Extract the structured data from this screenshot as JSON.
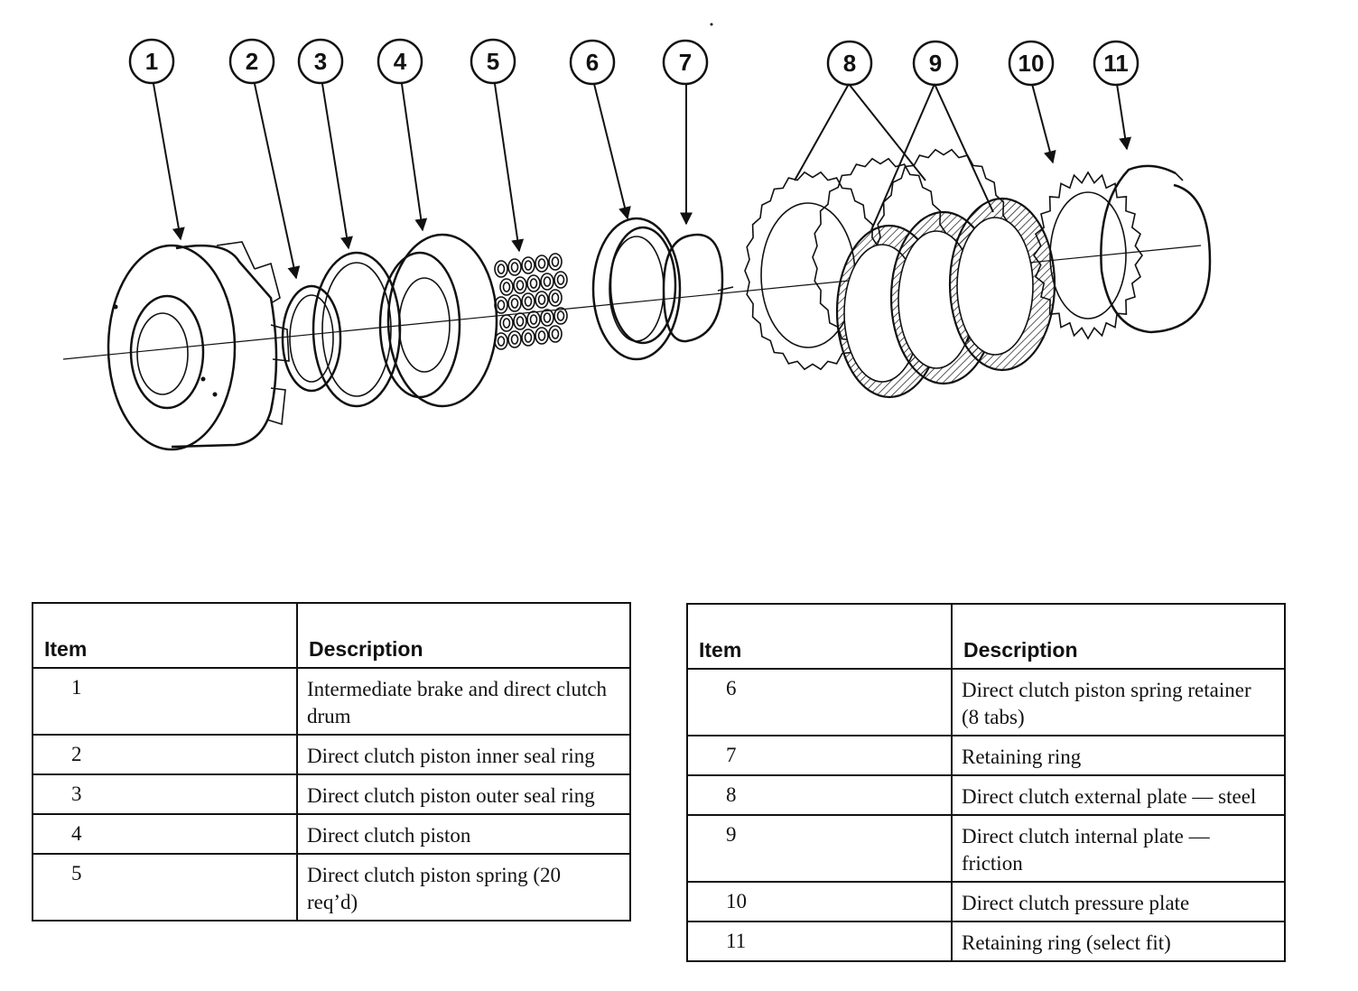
{
  "callouts": [
    "1",
    "2",
    "3",
    "4",
    "5",
    "6",
    "7",
    "8",
    "9",
    "10",
    "11"
  ],
  "legend_left": {
    "header_item": "Item",
    "header_description": "Description",
    "rows": [
      {
        "item": "1",
        "description": "Intermediate brake and direct clutch drum"
      },
      {
        "item": "2",
        "description": "Direct clutch piston inner seal ring"
      },
      {
        "item": "3",
        "description": "Direct clutch piston outer seal ring"
      },
      {
        "item": "4",
        "description": "Direct clutch piston"
      },
      {
        "item": "5",
        "description": "Direct clutch piston spring (20 req’d)"
      }
    ]
  },
  "legend_right": {
    "header_item": "Item",
    "header_description": "Description",
    "rows": [
      {
        "item": "6",
        "description": "Direct clutch piston spring retainer (8 tabs)"
      },
      {
        "item": "7",
        "description": "Retaining ring"
      },
      {
        "item": "8",
        "description": "Direct clutch external plate — steel"
      },
      {
        "item": "9",
        "description": "Direct clutch internal plate — friction"
      },
      {
        "item": "10",
        "description": "Direct clutch pressure plate"
      },
      {
        "item": "11",
        "description": "Retaining ring (select fit)"
      }
    ]
  }
}
